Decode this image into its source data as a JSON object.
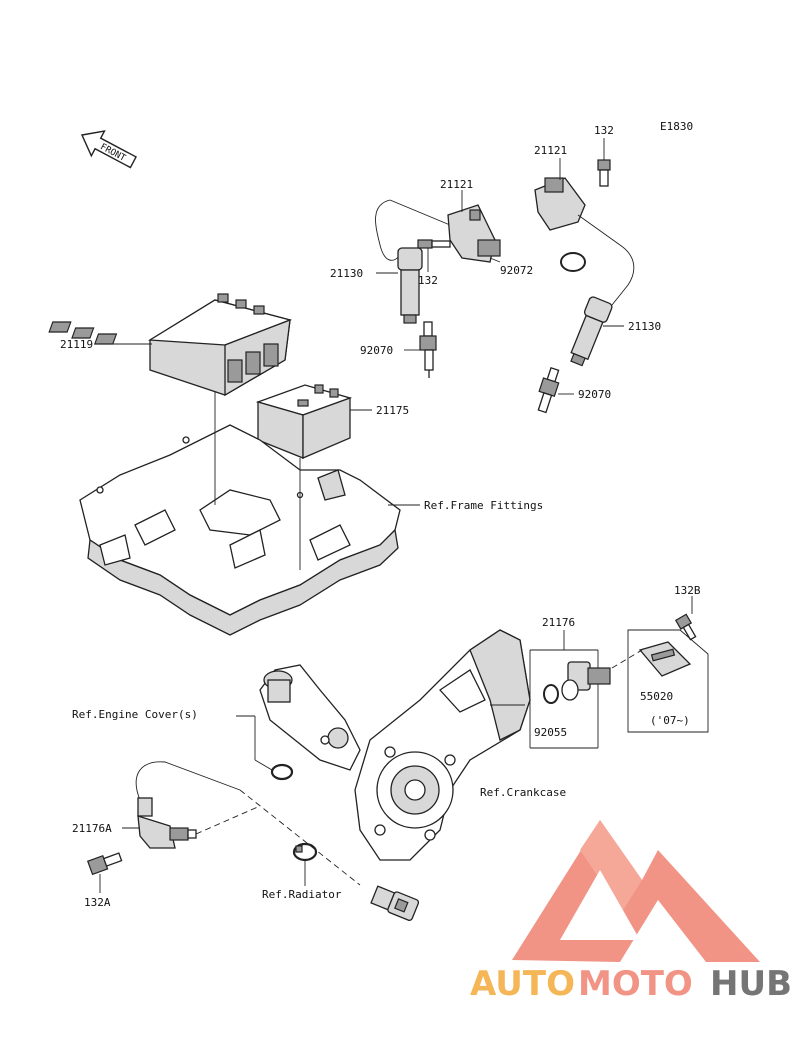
{
  "diagram_code": "E1830",
  "front_label": "FRONT",
  "labels": {
    "p21119": "21119",
    "p21175": "21175",
    "p21121_top": "21121",
    "p21121_right": "21121",
    "p132_top": "132",
    "p132_mid": "132",
    "p21130_left": "21130",
    "p21130_right": "21130",
    "p92072": "92072",
    "p92070_left": "92070",
    "p92070_right": "92070",
    "p21176": "21176",
    "p132B": "132B",
    "p55020": "55020",
    "note_07": "('07~)",
    "p92055": "92055",
    "p21176A": "21176A",
    "p132A": "132A"
  },
  "refs": {
    "frame_fittings": "Ref.Frame Fittings",
    "engine_cover": "Ref.Engine Cover(s)",
    "crankcase": "Ref.Crankcase",
    "radiator": "Ref.Radiator"
  },
  "watermark": {
    "part1": "AUTO",
    "part2": "MOTO",
    "part3": "HUB",
    "color_main": "#f08c7c",
    "color_orange": "#f5b04a",
    "color_dark": "#6a6a6a"
  }
}
